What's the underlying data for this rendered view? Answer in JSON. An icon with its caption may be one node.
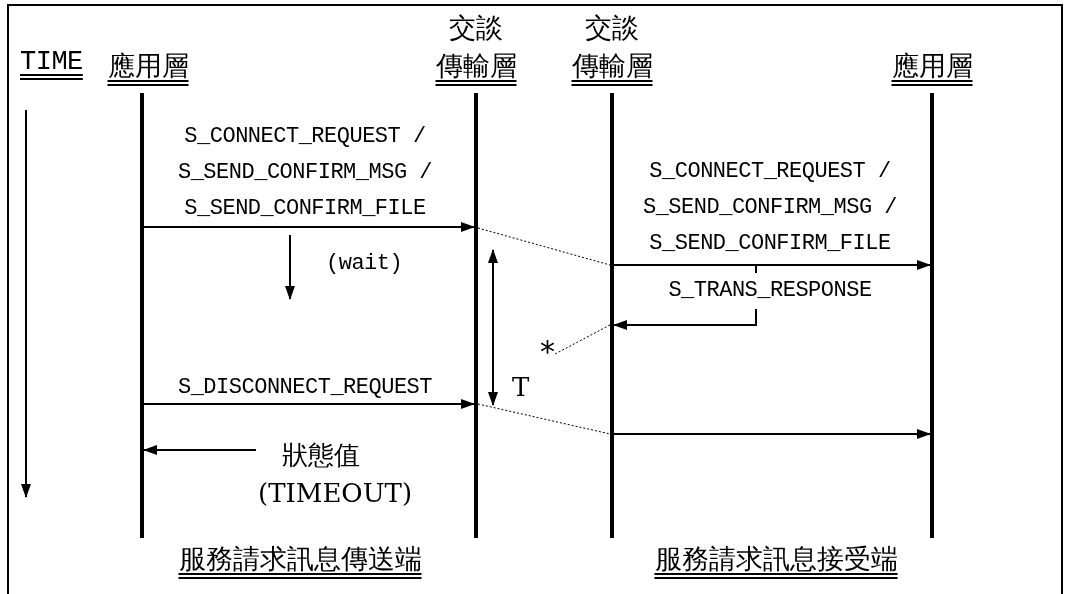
{
  "diagram": {
    "nodes": [
      {
        "text": [
          "應用層"
        ]
      },
      {
        "text": [
          "交談",
          "傳輸層"
        ]
      },
      {
        "text": [
          "交談",
          "傳輸層"
        ]
      },
      {
        "text": [
          "應用層"
        ]
      },
      {
        "text": [
          "*"
        ]
      }
    ],
    "edges": [
      {
        "from": 0,
        "to": 1,
        "arrow": "to",
        "label": "S_CONNECT_REQUEST / S_SEND_CONFIRM_MSG / S_SEND_CONFIRM_FILE"
      },
      {
        "from": 1,
        "to": 2,
        "arrow": "none",
        "style": "dashed"
      },
      {
        "from": 2,
        "to": 3,
        "arrow": "to",
        "label": "S_CONNECT_REQUEST / S_SEND_CONFIRM_MSG / S_SEND_CONFIRM_FILE"
      },
      {
        "from": 3,
        "to": 2,
        "arrow": "to",
        "label": "S_TRANS_RESPONSE"
      },
      {
        "from": 2,
        "to": 4,
        "arrow": "none",
        "style": "dashed"
      },
      {
        "from": 0,
        "to": 1,
        "arrow": "to",
        "label": "S_DISCONNECT_REQUEST"
      },
      {
        "from": 1,
        "to": 2,
        "arrow": "none",
        "style": "dashed"
      },
      {
        "from": 2,
        "to": 3,
        "arrow": "to"
      },
      {
        "from": null,
        "to": 0,
        "arrow": "to",
        "label": "狀態值 (TIMEOUT)"
      }
    ],
    "labels": [
      "TIME",
      "(wait)",
      "T",
      "服務請求訊息傳送端",
      "服務請求訊息接受端"
    ]
  }
}
